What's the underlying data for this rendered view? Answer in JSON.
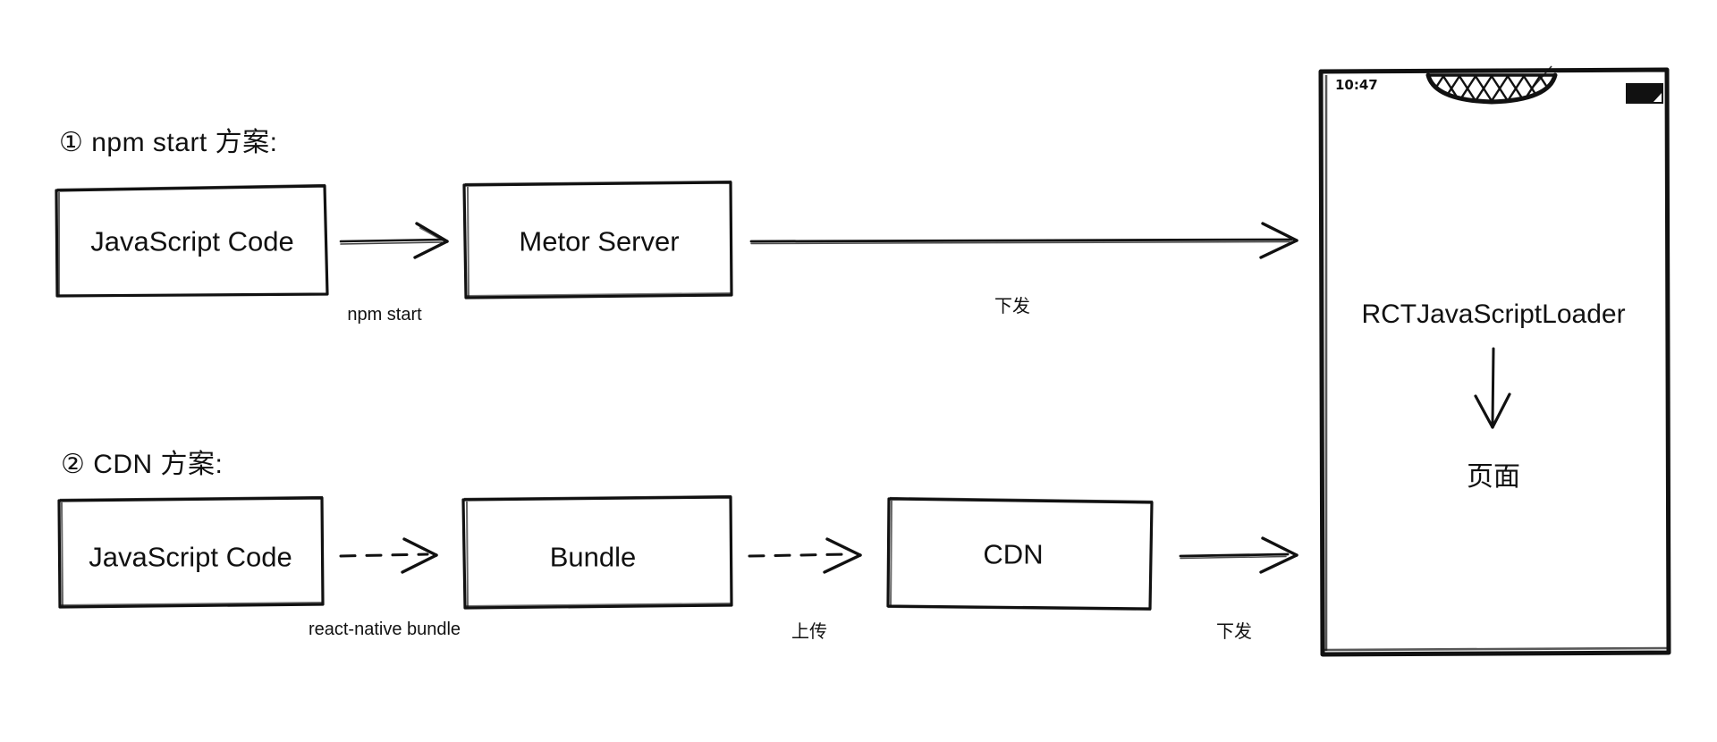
{
  "meta": {
    "background_color": "#ffffff",
    "ink_color": "#111111",
    "title": "React Native JS Bundle delivery approaches"
  },
  "sections": [
    {
      "id": "npm-start",
      "heading": "① npm start 方案:",
      "boxes": [
        {
          "id": "js-code-1",
          "label": "JavaScript Code"
        },
        {
          "id": "metor-server",
          "label": "Metor Server"
        }
      ],
      "edges": [
        {
          "id": "npm-start-edge",
          "label": "npm start",
          "style": "solid"
        },
        {
          "id": "deliver-edge-1",
          "label": "下发",
          "style": "solid"
        }
      ]
    },
    {
      "id": "cdn",
      "heading": "② CDN 方案:",
      "boxes": [
        {
          "id": "js-code-2",
          "label": "JavaScript Code"
        },
        {
          "id": "bundle",
          "label": "Bundle"
        },
        {
          "id": "cdn",
          "label": "CDN"
        }
      ],
      "edges": [
        {
          "id": "rn-bundle-edge",
          "label": "react-native bundle",
          "style": "dashed"
        },
        {
          "id": "upload-edge",
          "label": "上传",
          "style": "dashed"
        },
        {
          "id": "deliver-edge-2",
          "label": "下发",
          "style": "solid"
        }
      ]
    }
  ],
  "phone": {
    "status_bar": {
      "time": "10:47",
      "notch_icon": "notch-hatched-icon",
      "battery_icon": "battery-icon"
    },
    "content": {
      "loader_label": "RCTJavaScriptLoader",
      "arrow_icon": "arrow-down-icon",
      "page_label": "页面"
    }
  }
}
